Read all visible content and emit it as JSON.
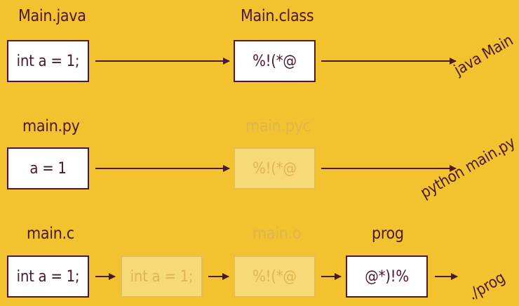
{
  "rows": [
    {
      "labels": {
        "source": "Main.java",
        "compiled": "Main.class"
      },
      "boxes": {
        "source": "int a = 1;",
        "compiled": "%!(*@"
      },
      "run": "java Main"
    },
    {
      "labels": {
        "source": "main.py",
        "compiled": "main.pyc"
      },
      "boxes": {
        "source": "a = 1",
        "compiled": "%!(*@"
      },
      "run": "python main.py"
    },
    {
      "labels": {
        "source": "main.c",
        "object": "main.o",
        "binary": "prog"
      },
      "boxes": {
        "source": "int a = 1;",
        "preprocessed": "int a = 1;",
        "object": "%!(*@",
        "binary": "@*)!%"
      },
      "run": "./prog"
    }
  ],
  "colors": {
    "background": "#f2c22f",
    "ink": "#4b1830",
    "faded_text": "#e0b54f",
    "faded_fill": "#f7d977"
  }
}
